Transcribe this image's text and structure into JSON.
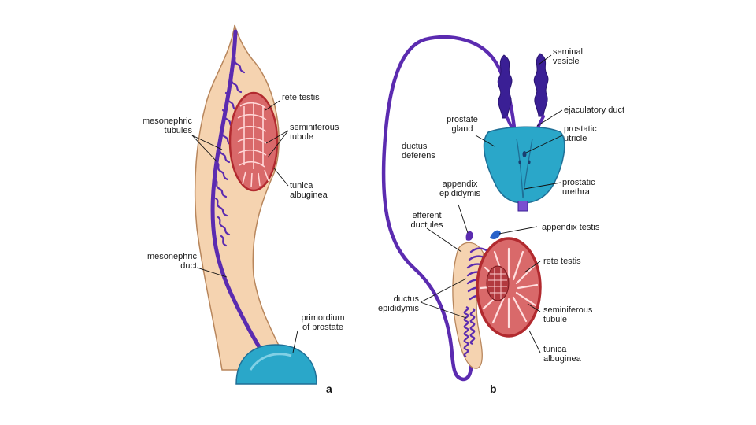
{
  "colors": {
    "mesonephric_body": "#f5d3b0",
    "duct": "#5b2bb0",
    "testis_fill": "#d9696a",
    "testis_border": "#b22a2f",
    "prostate": "#2aa7c9",
    "prostate_dark": "#1f6f96"
  },
  "panel_a": {
    "letter": "a",
    "labels": {
      "rete_testis": "rete testis",
      "mesonephric_tubules": [
        "mesonephric",
        "tubules"
      ],
      "seminiferous_tubule": [
        "seminiferous",
        "tubule"
      ],
      "tunica_albuginea": [
        "tunica",
        "albuginea"
      ],
      "mesonephric_duct": [
        "mesonephric",
        "duct"
      ],
      "primordium_of_prostate": [
        "primordium",
        "of prostate"
      ]
    }
  },
  "panel_b": {
    "letter": "b",
    "labels": {
      "seminal_vesicle": [
        "seminal",
        "vesicle"
      ],
      "ejaculatory_duct": "ejaculatory duct",
      "prostate_gland": [
        "prostate",
        "gland"
      ],
      "prostatic_utricle": [
        "prostatic",
        "utricle"
      ],
      "ductus_deferens": [
        "ductus",
        "deferens"
      ],
      "appendix_epididymis": [
        "appendix",
        "epididymis"
      ],
      "prostatic_urethra": [
        "prostatic",
        "urethra"
      ],
      "efferent_ductules": [
        "efferent",
        "ductules"
      ],
      "appendix_testis": "appendix testis",
      "rete_testis": "rete testis",
      "ductus_epididymis": [
        "ductus",
        "epididymis"
      ],
      "seminiferous_tubule": [
        "seminiferous",
        "tubule"
      ],
      "tunica_albuginea": [
        "tunica",
        "albuginea"
      ]
    }
  }
}
